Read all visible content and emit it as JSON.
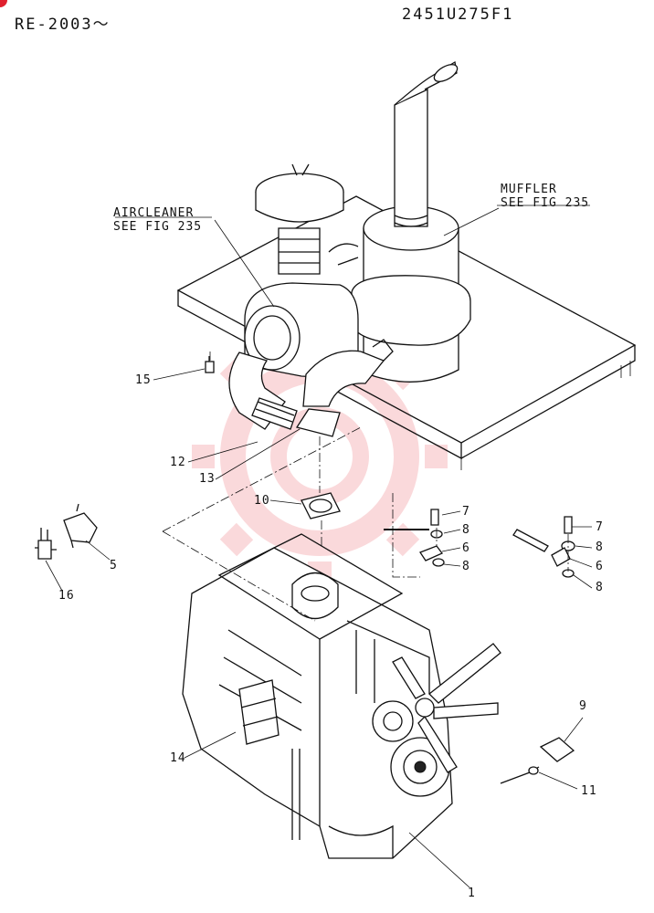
{
  "header": {
    "model_range": "RE-2003〜",
    "figure_code": "2451U275F1"
  },
  "references": {
    "aircleaner": {
      "name": "AIRCLEANER",
      "see": "SEE FIG 235"
    },
    "muffler": {
      "name": "MUFFLER",
      "see": "SEE FIG 235"
    }
  },
  "callouts": {
    "c1": "1",
    "c5": "5",
    "c6a": "6",
    "c6b": "6",
    "c7a": "7",
    "c7b": "7",
    "c8a": "8",
    "c8b": "8",
    "c8c": "8",
    "c8d": "8",
    "c9": "9",
    "c10": "10",
    "c11": "11",
    "c12": "12",
    "c13": "13",
    "c14": "14",
    "c15": "15",
    "c16": "16"
  },
  "colors": {
    "linework": "#111111",
    "watermark": "#e8323c",
    "corner_badge": "#e0202e"
  }
}
